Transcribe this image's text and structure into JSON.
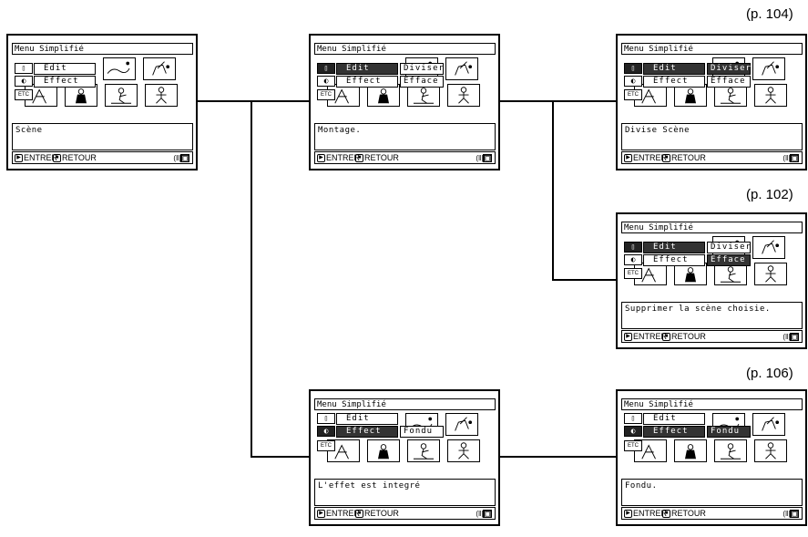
{
  "page_refs": [
    {
      "id": "r1",
      "text": "(p. 104)"
    },
    {
      "id": "r2",
      "text": "(p. 102)"
    },
    {
      "id": "r3",
      "text": "(p. 106)"
    }
  ],
  "panels": [
    {
      "id": "p1",
      "title": "Menu Simplifié",
      "edit": "Edit",
      "effect": "Effect",
      "edit_selected": false,
      "effect_selected": false,
      "sub1": "",
      "sub2": "",
      "sub1_selected": false,
      "sub2_selected": false,
      "message": "Scène",
      "enter": "ENTRER",
      "retour": "RETOUR",
      "etc": "ETC"
    },
    {
      "id": "p2",
      "title": "Menu Simplifié",
      "edit": "Edit",
      "effect": "Effect",
      "edit_selected": true,
      "effect_selected": false,
      "sub1": "Diviser",
      "sub2": "Efface",
      "sub1_selected": false,
      "sub2_selected": false,
      "message": "Montage.",
      "enter": "ENTRER",
      "retour": "RETOUR",
      "etc": "ETC"
    },
    {
      "id": "p3",
      "title": "Menu Simplifié",
      "edit": "Edit",
      "effect": "Effect",
      "edit_selected": true,
      "effect_selected": false,
      "sub1": "Diviser",
      "sub2": "Efface",
      "sub1_selected": true,
      "sub2_selected": false,
      "message": "Divise Scène",
      "enter": "ENTRER",
      "retour": "RETOUR",
      "etc": "ETC"
    },
    {
      "id": "p4",
      "title": "Menu Simplifié",
      "edit": "Edit",
      "effect": "Effect",
      "edit_selected": true,
      "effect_selected": false,
      "sub1": "Diviser",
      "sub2": "Efface",
      "sub1_selected": false,
      "sub2_selected": true,
      "message": "Supprimer la scène choisie.",
      "enter": "ENTRER",
      "retour": "RETOUR",
      "etc": "ETC"
    },
    {
      "id": "p5",
      "title": "Menu Simplifié",
      "edit": "Edit",
      "effect": "Effect",
      "edit_selected": false,
      "effect_selected": true,
      "sub1": "",
      "sub2": "Fondu",
      "sub1_selected": false,
      "sub2_selected": false,
      "message": "L'effet est integré",
      "enter": "ENTRER",
      "retour": "RETOUR",
      "etc": "ETC"
    },
    {
      "id": "p6",
      "title": "Menu Simplifié",
      "edit": "Edit",
      "effect": "Effect",
      "edit_selected": false,
      "effect_selected": true,
      "sub1": "",
      "sub2": "Fondu",
      "sub1_selected": false,
      "sub2_selected": true,
      "message": "Fondu.",
      "enter": "ENTRER",
      "retour": "RETOUR",
      "etc": "ETC"
    }
  ],
  "icons": {
    "play": "play-icon",
    "stop": "stop-icon",
    "tape": "tape-icon",
    "disc": "disc-icon",
    "battery": "battery-icon"
  }
}
